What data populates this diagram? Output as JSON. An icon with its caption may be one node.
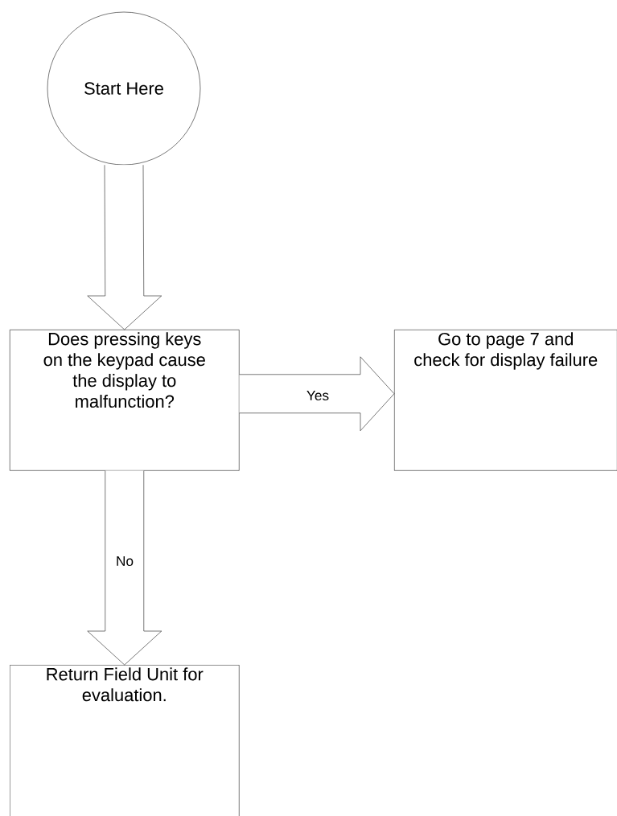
{
  "diagram": {
    "nodes": [
      {
        "text": [
          "Start Here"
        ]
      },
      {
        "text": [
          "Does pressing keys on the keypad cause the display to malfunction?"
        ]
      },
      {
        "text": [
          "Go to page 7 and check for display failure"
        ]
      },
      {
        "text": [
          "Return Field Unit for evaluation."
        ]
      }
    ],
    "edges": [
      {
        "from": 0,
        "to": 1,
        "arrow": "to"
      },
      {
        "from": 1,
        "to": 2,
        "arrow": "to",
        "label": "Yes"
      },
      {
        "from": 1,
        "to": 3,
        "arrow": "to",
        "label": "No"
      }
    ]
  }
}
